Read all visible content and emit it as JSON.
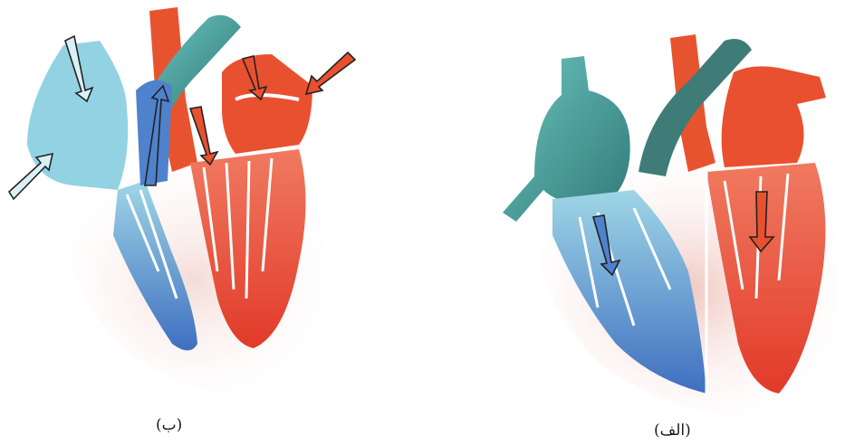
{
  "figure": {
    "captions": {
      "left": "(ب)",
      "right": "(الف)"
    },
    "colors": {
      "oxygenated": "#e8452c",
      "deoxygenated_light": "#8fd0e2",
      "deoxygenated_dark": "#4a7fc8",
      "vessel_teal": "#3e8a84",
      "outline": "#ffffff"
    },
    "panels": [
      {
        "id": "b",
        "phase": "atrial-filling",
        "arrow_count": 6
      },
      {
        "id": "alef",
        "phase": "ventricular-filling",
        "arrow_count": 2
      }
    ]
  }
}
